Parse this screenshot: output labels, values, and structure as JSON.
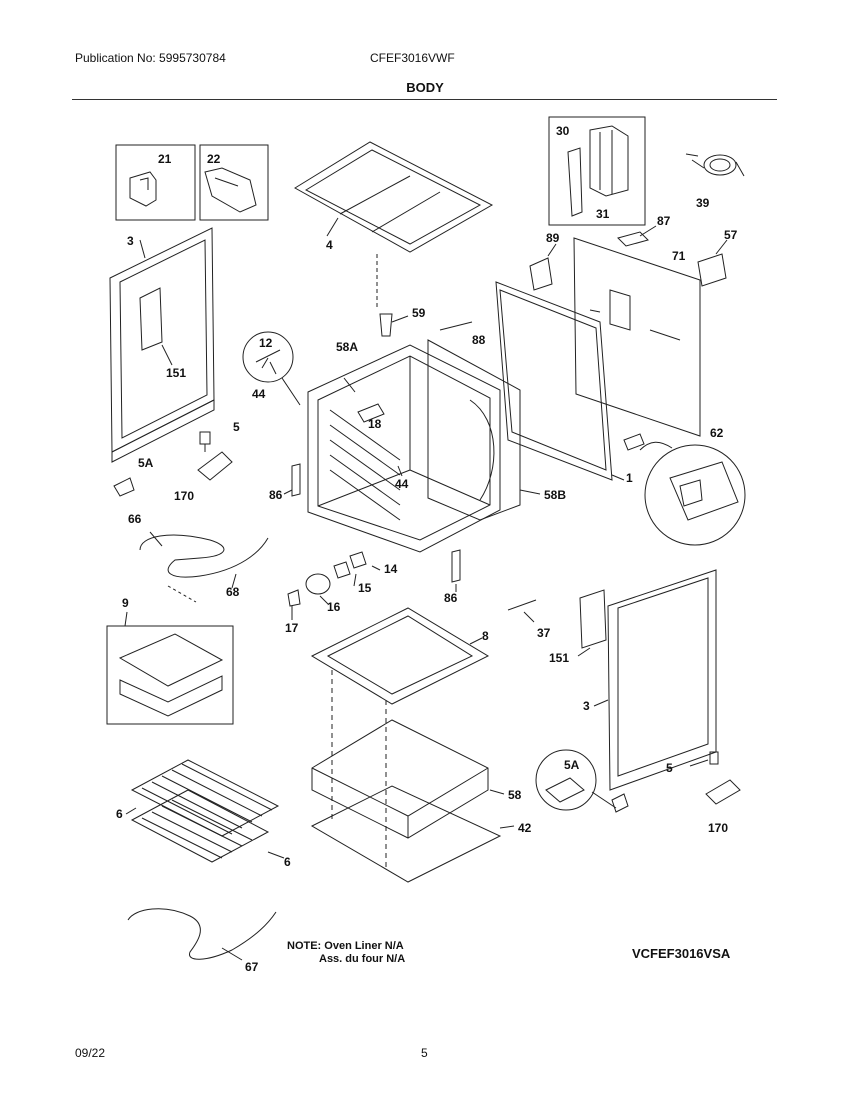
{
  "header": {
    "publication": "Publication No: 5995730784",
    "model": "CFEF3016VWF",
    "title": "BODY"
  },
  "callouts": {
    "c21": "21",
    "c22": "22",
    "c30": "30",
    "c31": "31",
    "c39": "39",
    "c3a": "3",
    "c4": "4",
    "c89": "89",
    "c87": "87",
    "c57": "57",
    "c71": "71",
    "c59": "59",
    "c88": "88",
    "c12": "12",
    "c58A": "58A",
    "c151a": "151",
    "c44a": "44",
    "c18": "18",
    "c5a": "5",
    "c5Aa": "5A",
    "c170a": "170",
    "c86a": "86",
    "c44b": "44",
    "c62": "62",
    "c1": "1",
    "c58B": "58B",
    "c66": "66",
    "c14": "14",
    "c15": "15",
    "c68": "68",
    "c9": "9",
    "c16": "16",
    "c86b": "86",
    "c17": "17",
    "c8": "8",
    "c37": "37",
    "c151b": "151",
    "c3b": "3",
    "c6a": "6",
    "c6b": "6",
    "c58": "58",
    "c5Ab": "5A",
    "c5b": "5",
    "c42": "42",
    "c170b": "170",
    "c67": "67"
  },
  "note": {
    "line1": "NOTE: Oven Liner N/A",
    "line2": "Ass. du four N/A"
  },
  "diagram_code": "VCFEF3016VSA",
  "footer": {
    "date": "09/22",
    "page": "5"
  }
}
